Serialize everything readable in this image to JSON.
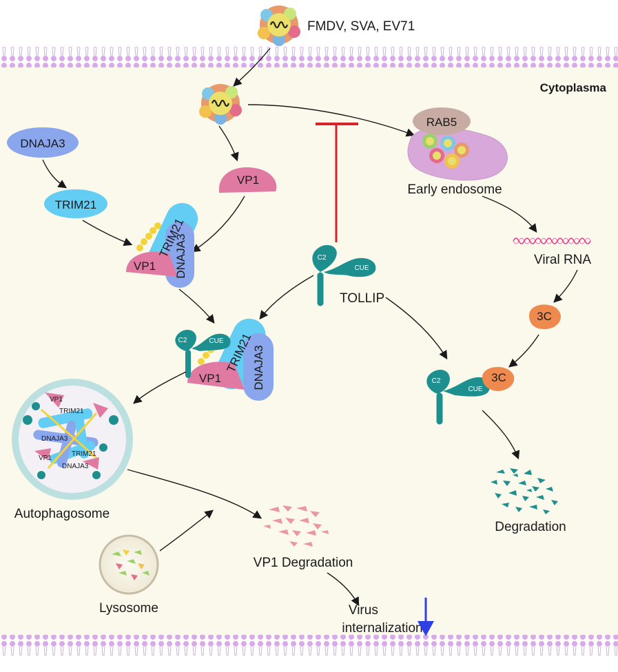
{
  "header": {
    "virus_label": "FMDV, SVA, EV71"
  },
  "compartments": {
    "cytoplasma": "Cytoplasma",
    "early_endosome": "Early endosome",
    "autophagosome": "Autophagosome",
    "lysosome": "Lysosome"
  },
  "proteins": {
    "dnaja3": "DNAJA3",
    "trim21": "TRIM21",
    "vp1": "VP1",
    "rab5": "RAB5",
    "tollip": "TOLLIP",
    "c2": "C2",
    "cue": "CUE",
    "c3": "3C"
  },
  "labels": {
    "viral_rna": "Viral RNA",
    "vp1_degradation": "VP1 Degradation",
    "degradation": "Degradation",
    "virus_internalization": "Virus\ninternalization"
  },
  "colors": {
    "cytoplasm": "#fbf8ec",
    "membrane_head": "#d9a9e8",
    "vp1": "#e07aa3",
    "trim21": "#63cdf3",
    "dnaja3": "#8aa6ec",
    "tollip": "#1e8f8f",
    "ubiquitin": "#f2d33c",
    "c3": "#ef8a4f",
    "rab5": "#c8aba2",
    "endosome": "#d7a8d9",
    "inhibit": "#d8232a",
    "down_arrow": "#2f3fe6"
  }
}
